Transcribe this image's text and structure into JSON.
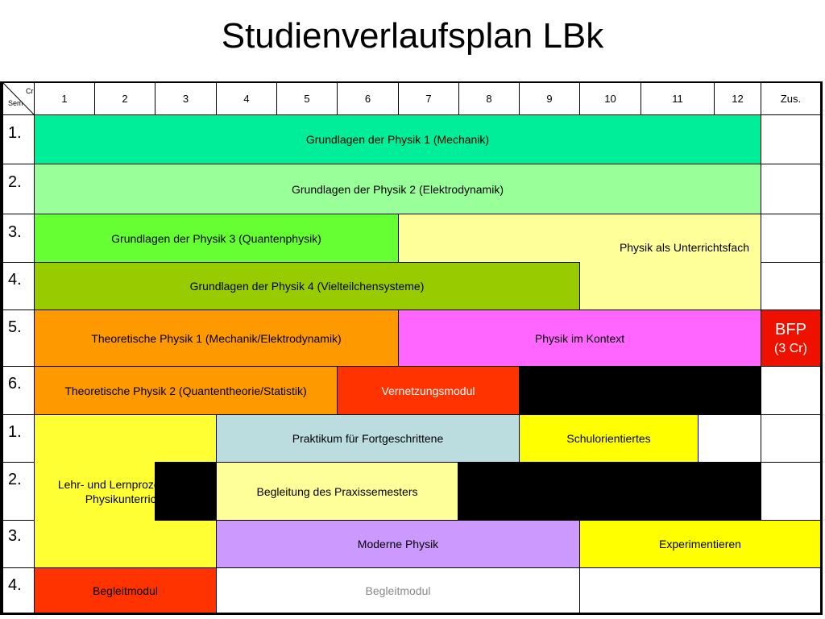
{
  "title": "Studienverlaufsplan LBk",
  "corner": {
    "cr": "Cr",
    "sem": "Sem"
  },
  "credit_columns": [
    "1",
    "2",
    "3",
    "4",
    "5",
    "6",
    "7",
    "8",
    "9",
    "10",
    "11",
    "12",
    "Zus."
  ],
  "semesters": [
    "1.",
    "2.",
    "3.",
    "4.",
    "5.",
    "6.",
    "1.",
    "2.",
    "3.",
    "4."
  ],
  "modules": {
    "gdp1": "Grundlagen der Physik 1 (Mechanik)",
    "gdp2": "Grundlagen der Physik 2 (Elektrodynamik)",
    "gdp3": "Grundlagen der Physik 3 (Quantenphysik)",
    "unterricht": "Physik als Unterrichtsfach",
    "gdp4": "Grundlagen der Physik 4 (Vielteilchensysteme)",
    "theo1": "Theoretische Physik 1 (Mechanik/Elektrodynamik)",
    "kontext": "Physik im Kontext",
    "bfp_title": "BFP",
    "bfp_credits": "(3 Cr)",
    "theo2": "Theoretische Physik 2 (Quantentheorie/Statistik)",
    "vernetzung": "Vernetzungsmodul",
    "lehr": "Lehr- und Lernprozesse im Physikunterricht",
    "praktikum": "Praktikum für Fortgeschrittene",
    "schulorientiert": "Schulorientiertes",
    "praxissemester": "Begleitung des Praxissemesters",
    "moderne": "Moderne Physik",
    "experimentieren": "Experimentieren",
    "begleit1": "Begleitmodul",
    "begleit2": "Begleitmodul"
  },
  "colors": {
    "cyan": "#00ee99",
    "light_green": "#99ff99",
    "bright_green": "#66ff33",
    "olive": "#99cc00",
    "light_yellow": "#ffff99",
    "orange": "#ff9900",
    "magenta": "#ff66ff",
    "red": "#ff3300",
    "bfp_red": "#ee1100",
    "yellow": "#ffff33",
    "light_blue": "#bbdde0",
    "lemon": "#ffff00",
    "lavender": "#cc99ff",
    "black": "#000000"
  }
}
